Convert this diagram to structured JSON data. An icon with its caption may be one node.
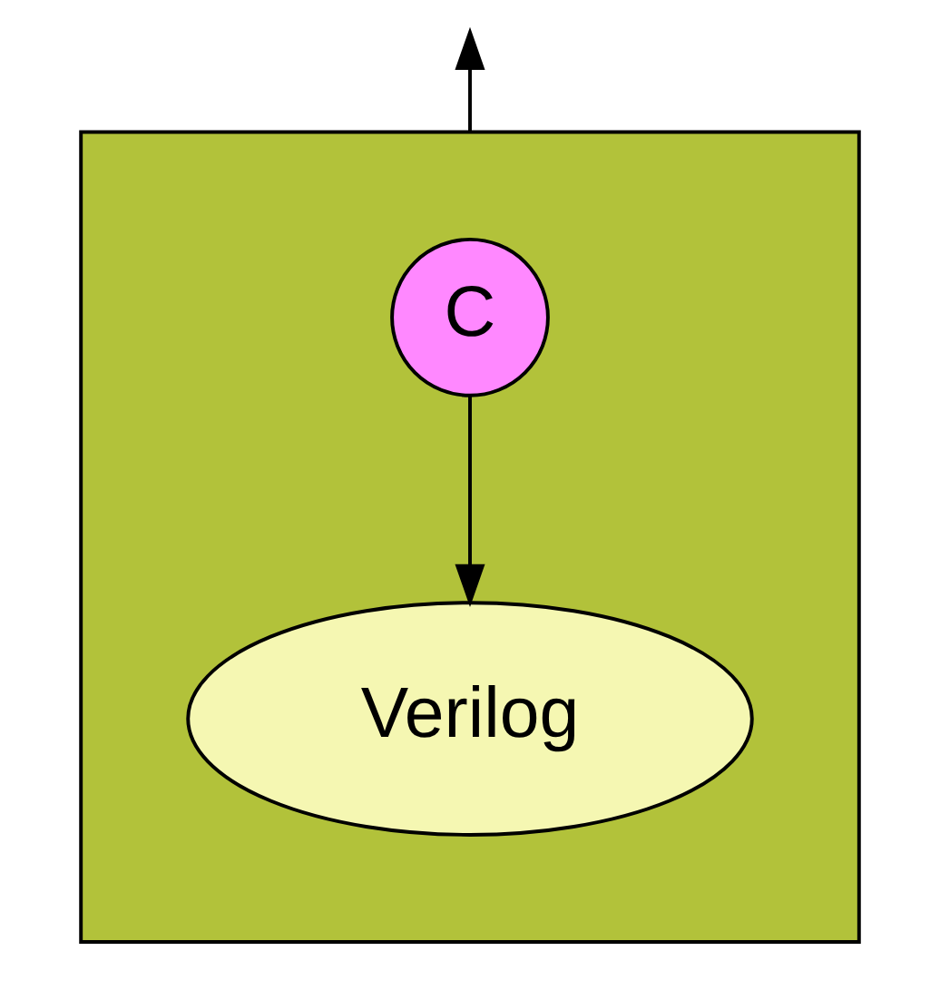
{
  "diagram": {
    "nodes": [
      {
        "text": [],
        "shape": "box"
      },
      {
        "text": [
          "C"
        ],
        "in": 0
      },
      {
        "text": [
          "Verilog"
        ],
        "in": 0
      }
    ],
    "edges": [
      {
        "from": 1,
        "to": 2,
        "arrow": "to"
      },
      {
        "from": 0,
        "to": null,
        "arrow": "to"
      }
    ]
  }
}
